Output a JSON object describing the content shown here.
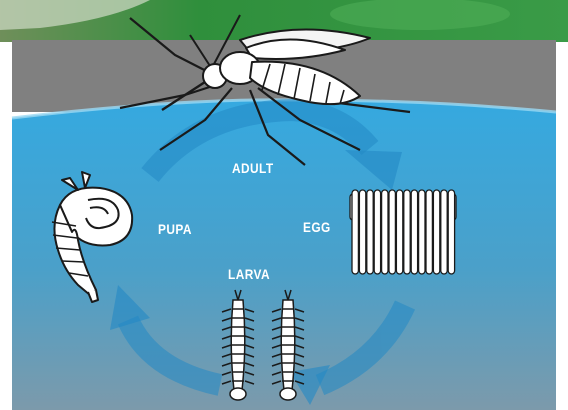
{
  "diagram": {
    "stages": {
      "adult": "ADULT",
      "egg": "EGG",
      "pupa": "PUPA",
      "larva": "LARVA"
    },
    "colors": {
      "water_top": "#38a7dc",
      "water_bottom": "#6e9ab0",
      "air": "#808080",
      "foliage": "#2e8b3a",
      "cycle_arrow": "#2389c4",
      "figure_fill": "#ffffff",
      "figure_stroke": "#1a1a1a"
    },
    "icons": [
      "mosquito-adult-icon",
      "egg-raft-icon",
      "larva-icon",
      "pupa-icon",
      "cycle-arrow-icon"
    ]
  }
}
